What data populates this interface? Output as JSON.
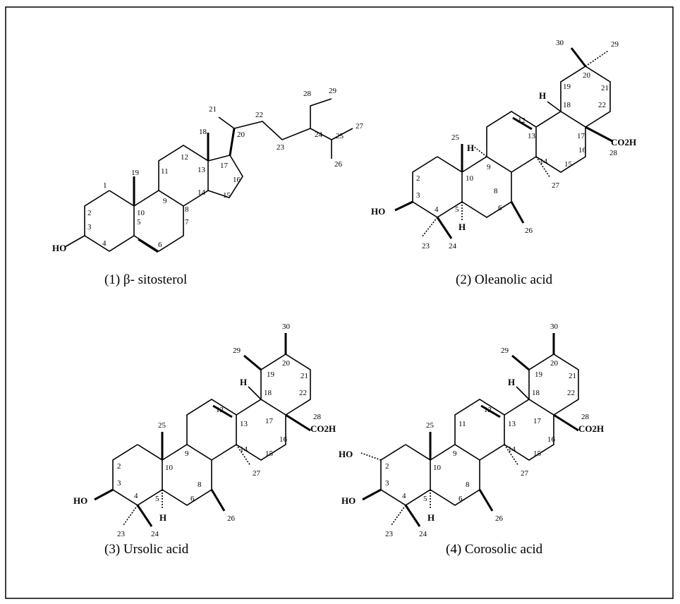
{
  "figure": {
    "compounds": [
      {
        "id": "1",
        "caption": "(1) β- sitosterol",
        "substituents": [
          "HO"
        ],
        "atom_numbers": [
          "1",
          "2",
          "3",
          "4",
          "5",
          "6",
          "7",
          "8",
          "9",
          "10",
          "11",
          "12",
          "13",
          "14",
          "15",
          "16",
          "17",
          "18",
          "19",
          "20",
          "21",
          "22",
          "23",
          "24",
          "25",
          "26",
          "27",
          "28",
          "29"
        ]
      },
      {
        "id": "2",
        "caption": "(2) Oleanolic acid",
        "substituents": [
          "HO",
          "H",
          "H",
          "H",
          "CO2H"
        ],
        "atom_numbers": [
          "2",
          "3",
          "4",
          "5",
          "6",
          "9",
          "10",
          "12",
          "13",
          "14",
          "15",
          "16",
          "17",
          "18",
          "19",
          "20",
          "21",
          "22",
          "23",
          "24",
          "25",
          "26",
          "27",
          "28",
          "29",
          "30"
        ]
      },
      {
        "id": "3",
        "caption": "(3) Ursolic acid",
        "substituents": [
          "HO",
          "H",
          "H",
          "CO2H"
        ],
        "atom_numbers": [
          "2",
          "3",
          "4",
          "5",
          "6",
          "8",
          "9",
          "10",
          "12",
          "13",
          "14",
          "15",
          "16",
          "17",
          "18",
          "19",
          "20",
          "21",
          "22",
          "23",
          "24",
          "25",
          "26",
          "27",
          "28",
          "29",
          "30"
        ]
      },
      {
        "id": "4",
        "caption": "(4) Corosolic acid",
        "substituents": [
          "HO",
          "HO",
          "H",
          "H",
          "CO2H"
        ],
        "atom_numbers": [
          "2",
          "3",
          "4",
          "5",
          "6",
          "8",
          "9",
          "10",
          "11",
          "12",
          "13",
          "14",
          "15",
          "16",
          "17",
          "18",
          "19",
          "20",
          "21",
          "22",
          "23",
          "24",
          "25",
          "26",
          "27",
          "28",
          "29",
          "30"
        ]
      }
    ]
  }
}
